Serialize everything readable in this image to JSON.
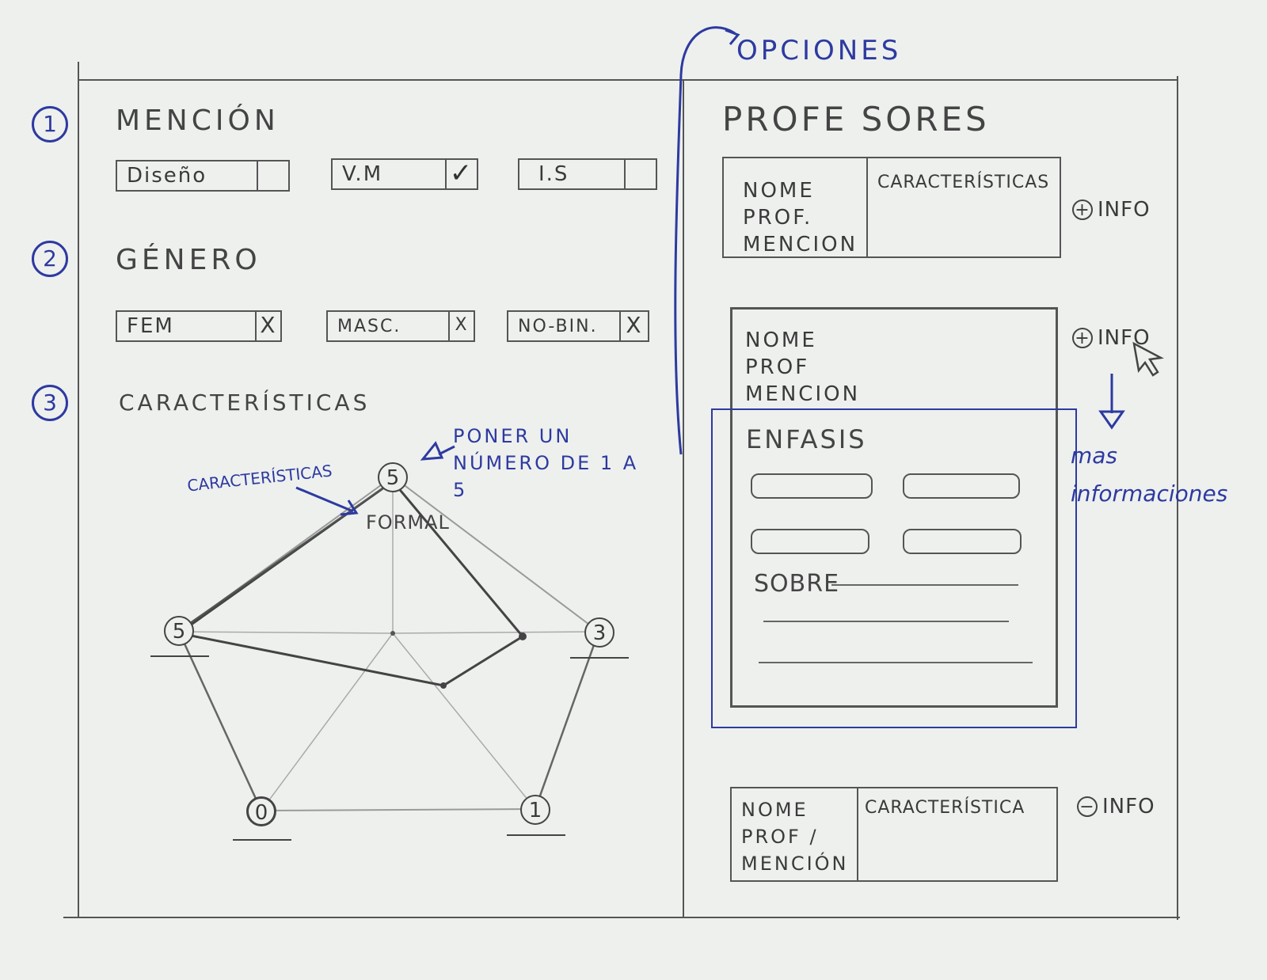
{
  "header": {
    "options_label": "OPCIONES"
  },
  "sections": {
    "mencion": {
      "number": "1",
      "title": "MENCIÓN",
      "options": [
        {
          "label": "Diseño",
          "mark": ""
        },
        {
          "label": "V.M",
          "mark": "✓"
        },
        {
          "label": "I.S",
          "mark": ""
        }
      ]
    },
    "genero": {
      "number": "2",
      "title": "GÉNERO",
      "options": [
        {
          "label": "FEM",
          "mark": "X"
        },
        {
          "label": "MASC.",
          "mark": "X"
        },
        {
          "label": "NO-BIN.",
          "mark": "X"
        }
      ]
    },
    "caracteristicas": {
      "number": "3",
      "title": "CARACTERÍSTICAS",
      "annotation_caracteristicas": "CARACTERÍSTICAS",
      "annotation_number": "PONER UN NÚMERO DE 1 A 5",
      "axis_label": "FORMAL",
      "nodes": [
        {
          "value": "5"
        },
        {
          "value": "3"
        },
        {
          "value": "1"
        },
        {
          "value": "0"
        },
        {
          "value": "5"
        }
      ]
    }
  },
  "profesores": {
    "title": "PROFE SORES",
    "cards": [
      {
        "name": "NOME\nPROF.\nMENCION",
        "caracteristicas": "CARACTERÍSTICAS",
        "info": "INFO"
      },
      {
        "name": "NOME\nPROF\nMENCION",
        "info": "INFO",
        "expanded": {
          "enfasis_label": "ENFASIS",
          "sobre_label": "SOBRE"
        }
      },
      {
        "name": "NOME\nPROF /\nMENCIÓN",
        "caracteristicas": "CARACTERÍSTICA",
        "info": "INFO"
      }
    ],
    "annotation_more": "mas informaciones"
  }
}
